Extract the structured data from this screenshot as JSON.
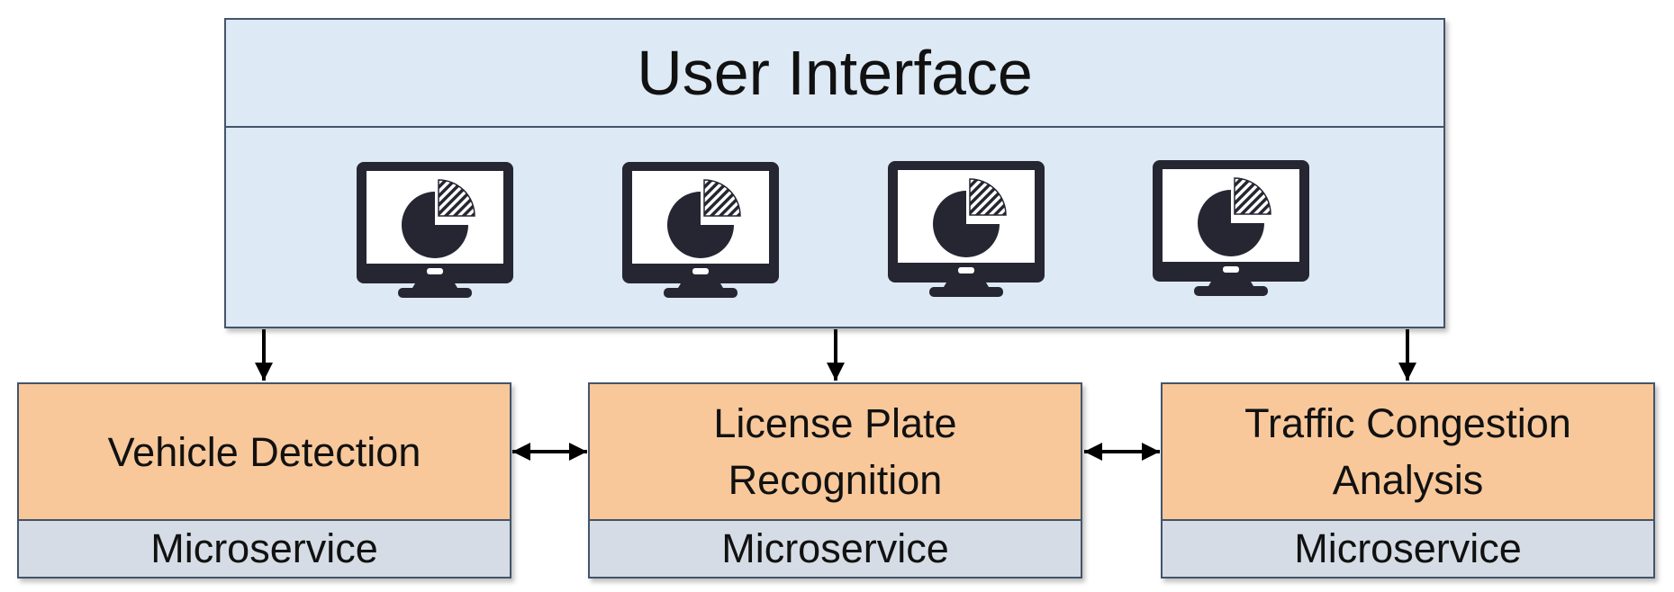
{
  "user_interface": {
    "title": "User Interface",
    "screens": [
      {
        "icon": "monitor-pie-chart-icon"
      },
      {
        "icon": "monitor-pie-chart-icon"
      },
      {
        "icon": "monitor-pie-chart-icon"
      },
      {
        "icon": "monitor-pie-chart-icon"
      }
    ]
  },
  "services": [
    {
      "name": "Vehicle Detection",
      "kind": "Microservice"
    },
    {
      "name": "License Plate\nRecognition",
      "kind": "Microservice"
    },
    {
      "name": "Traffic Congestion\nAnalysis",
      "kind": "Microservice"
    }
  ],
  "colors": {
    "ui_fill": "#dde9f5",
    "service_fill": "#f8c89a",
    "microservice_fill": "#d6dce5",
    "border": "#44546a",
    "icon": "#262633"
  }
}
